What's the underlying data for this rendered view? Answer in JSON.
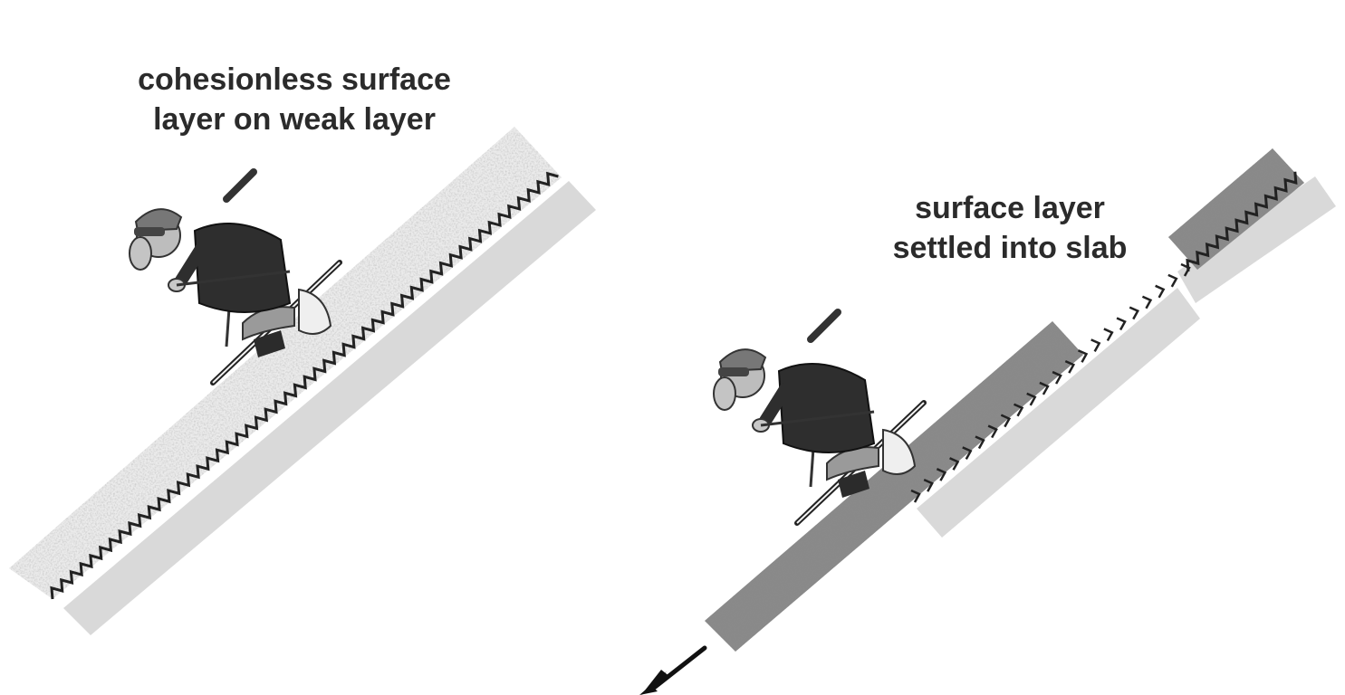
{
  "panels": [
    {
      "caption_lines": [
        "cohesionless surface",
        "layer on weak layer"
      ],
      "surface_layer": "cohesionless",
      "weak_layer_intact": true
    },
    {
      "caption_lines": [
        "surface layer",
        "settled into slab"
      ],
      "surface_layer": "slab",
      "weak_layer_intact": false,
      "slab_released": true,
      "motion_arrow": "down-slope"
    }
  ],
  "colors": {
    "text": "#2b2b2b",
    "bed": "#d9d9d9",
    "loose_snow": "#ebebeb",
    "slab_snow": "#8a8a8a",
    "weak_layer": "#222222",
    "skier_jacket": "#2e2e2e"
  }
}
